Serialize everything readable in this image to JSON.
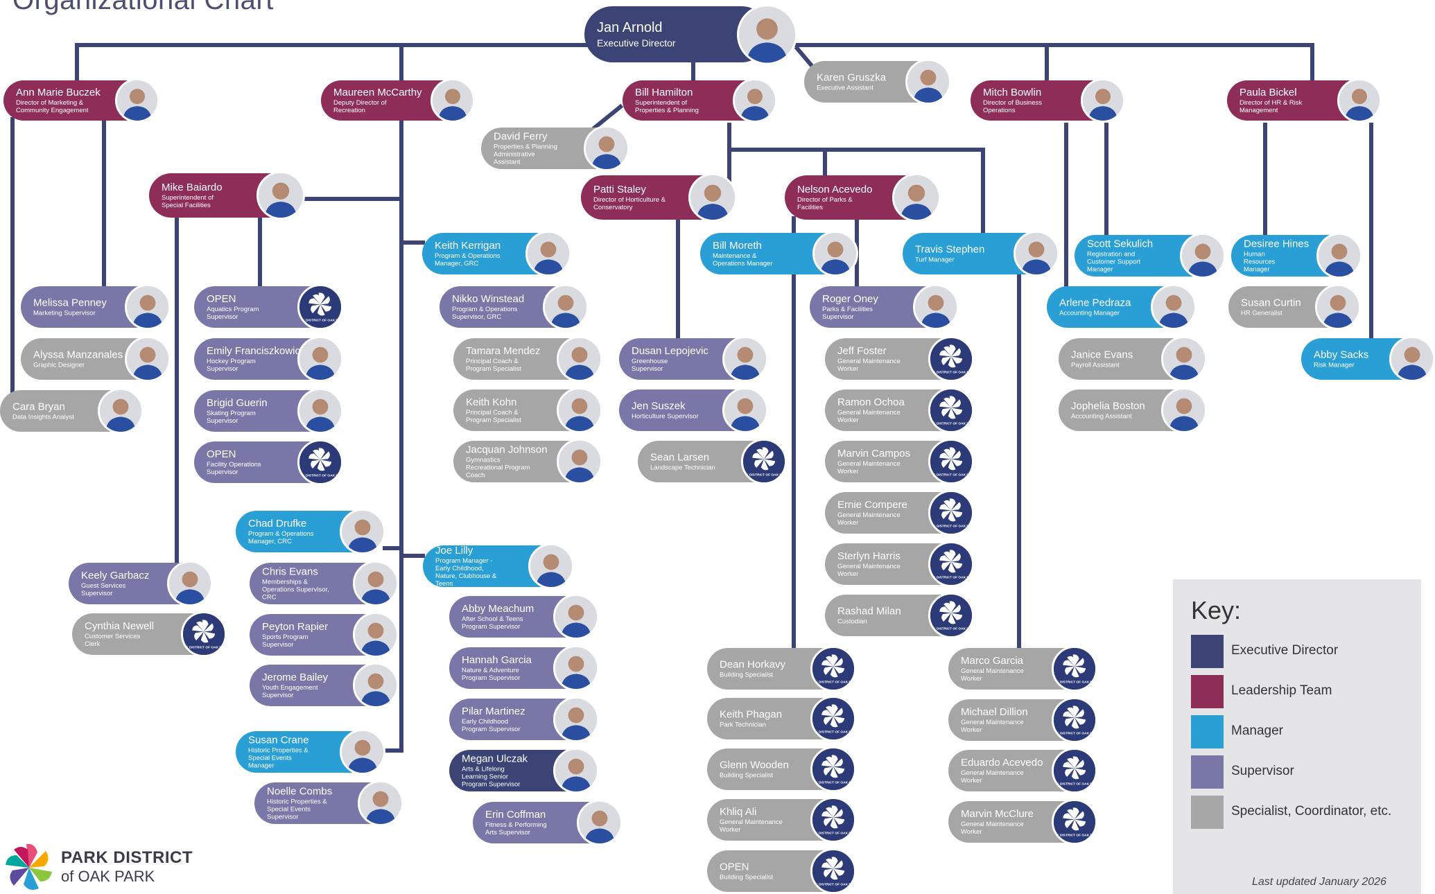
{
  "title": "Organizational Chart",
  "colors": {
    "executive": "#3b4475",
    "leadership": "#8e2d58",
    "manager": "#2a9fd6",
    "supervisor": "#7877a8",
    "specialist": "#a6a6a6",
    "connector": "#3b4475"
  },
  "people": [
    {
      "name": "Jan Arnold",
      "role": "Executive Director",
      "level": "executive",
      "photo": true
    },
    {
      "name": "Ann Marie Buczek",
      "role": "Director of Marketing & Community Engagement",
      "level": "leadership",
      "photo": true
    },
    {
      "name": "Maureen McCarthy",
      "role": "Deputy Director of Recreation",
      "level": "leadership",
      "photo": true
    },
    {
      "name": "Bill Hamilton",
      "role": "Superintendent of Properties & Planning",
      "level": "leadership",
      "photo": true
    },
    {
      "name": "Karen Gruszka",
      "role": "Executive Assistant",
      "level": "specialist",
      "photo": true
    },
    {
      "name": "Mitch Bowlin",
      "role": "Director of Business Operations",
      "level": "leadership",
      "photo": true
    },
    {
      "name": "Paula Bickel",
      "role": "Director of HR & Risk Management",
      "level": "leadership",
      "photo": true
    },
    {
      "name": "David Ferry",
      "role": "Properties & Planning Administrative Assistant",
      "level": "specialist",
      "photo": true
    },
    {
      "name": "Mike Baiardo",
      "role": "Superintendent of Special Facilities",
      "level": "leadership",
      "photo": true
    },
    {
      "name": "Patti Staley",
      "role": "Director of Horticulture & Conservatory",
      "level": "leadership",
      "photo": true
    },
    {
      "name": "Nelson Acevedo",
      "role": "Director of Parks & Facilities",
      "level": "leadership",
      "photo": true
    },
    {
      "name": "Keith Kerrigan",
      "role": "Program & Operations Manager, GRC",
      "level": "manager",
      "photo": true
    },
    {
      "name": "Bill Moreth",
      "role": "Maintenance & Operations Manager",
      "level": "manager",
      "photo": true
    },
    {
      "name": "Travis Stephen",
      "role": "Turf Manager",
      "level": "manager",
      "photo": true
    },
    {
      "name": "Scott Sekulich",
      "role": "Registration and Customer Support Manager",
      "level": "manager",
      "photo": true
    },
    {
      "name": "Desiree Hines",
      "role": "Human Resources Manager",
      "level": "manager",
      "photo": true
    },
    {
      "name": "Melissa Penney",
      "role": "Marketing Supervisor",
      "level": "supervisor",
      "photo": true
    },
    {
      "name": "OPEN",
      "role": "Aquatics Program Supervisor",
      "level": "supervisor",
      "photo": false
    },
    {
      "name": "Nikko Winstead",
      "role": "Program & Operations Supervisor, GRC",
      "level": "supervisor",
      "photo": true
    },
    {
      "name": "Roger Oney",
      "role": "Parks & Facilities Supervisor",
      "level": "supervisor",
      "photo": true
    },
    {
      "name": "Arlene Pedraza",
      "role": "Accounting Manager",
      "level": "manager",
      "photo": true
    },
    {
      "name": "Susan Curtin",
      "role": "HR Generalist",
      "level": "specialist",
      "photo": true
    },
    {
      "name": "Alyssa Manzanales",
      "role": "Graphic Designer",
      "level": "specialist",
      "photo": true
    },
    {
      "name": "Emily Franciszkowicz",
      "role": "Hockey Program Supervisor",
      "level": "supervisor",
      "photo": true
    },
    {
      "name": "Tamara Mendez",
      "role": "Principal Coach & Program Specialist",
      "level": "specialist",
      "photo": true
    },
    {
      "name": "Dusan Lepojevic",
      "role": "Greenhouse Supervisor",
      "level": "supervisor",
      "photo": true
    },
    {
      "name": "Jeff Foster",
      "role": "General Maintenance Worker",
      "level": "specialist",
      "photo": false
    },
    {
      "name": "Janice Evans",
      "role": "Payroll Assistant",
      "level": "specialist",
      "photo": true
    },
    {
      "name": "Abby Sacks",
      "role": "Risk Manager",
      "level": "manager",
      "photo": true
    },
    {
      "name": "Cara Bryan",
      "role": "Data Insights Analyst",
      "level": "specialist",
      "photo": true
    },
    {
      "name": "Brigid Guerin",
      "role": "Skating Program Supervisor",
      "level": "supervisor",
      "photo": true
    },
    {
      "name": "Keith Kohn",
      "role": "Principal Coach & Program Specialist",
      "level": "specialist",
      "photo": true
    },
    {
      "name": "Jen Suszek",
      "role": "Horticulture Supervisor",
      "level": "supervisor",
      "photo": true
    },
    {
      "name": "Ramon Ochoa",
      "role": "General Maintenance Worker",
      "level": "specialist",
      "photo": false
    },
    {
      "name": "Jophelia Boston",
      "role": "Accounting Assistant",
      "level": "specialist",
      "photo": true
    },
    {
      "name": "OPEN",
      "role": "Facility Operations Supervisor",
      "level": "supervisor",
      "photo": false
    },
    {
      "name": "Jacquan Johnson",
      "role": "Gymnastics Recreational Program Coach",
      "level": "specialist",
      "photo": true
    },
    {
      "name": "Sean Larsen",
      "role": "Landscape Technician",
      "level": "specialist",
      "photo": false
    },
    {
      "name": "Marvin Campos",
      "role": "General Maintenance Worker",
      "level": "specialist",
      "photo": false
    },
    {
      "name": "Ernie Compere",
      "role": "General Maintenance Worker",
      "level": "specialist",
      "photo": false
    },
    {
      "name": "Chad Drufke",
      "role": "Program & Operations Manager, CRC",
      "level": "manager",
      "photo": true
    },
    {
      "name": "Joe Lilly",
      "role": "Program Manager - Early Childhood, Nature, Clubhouse & Teens",
      "level": "manager",
      "photo": true
    },
    {
      "name": "Sterlyn Harris",
      "role": "General Maintenance Worker",
      "level": "specialist",
      "photo": false
    },
    {
      "name": "Keely Garbacz",
      "role": "Guest Services Supervisor",
      "level": "supervisor",
      "photo": true
    },
    {
      "name": "Chris Evans",
      "role": "Memberships & Operations Supervisor, CRC",
      "level": "supervisor",
      "photo": true
    },
    {
      "name": "Abby Meachum",
      "role": "After School & Teens Program Supervisor",
      "level": "supervisor",
      "photo": true
    },
    {
      "name": "Rashad Milan",
      "role": "Custodian",
      "level": "specialist",
      "photo": false
    },
    {
      "name": "Cynthia Newell",
      "role": "Customer Services Clerk",
      "level": "specialist",
      "photo": false
    },
    {
      "name": "Peyton Rapier",
      "role": "Sports Program Supervisor",
      "level": "supervisor",
      "photo": true
    },
    {
      "name": "Hannah Garcia",
      "role": "Nature & Adventure Program Supervisor",
      "level": "supervisor",
      "photo": true
    },
    {
      "name": "Dean Horkavy",
      "role": "Building Specialist",
      "level": "specialist",
      "photo": false
    },
    {
      "name": "Marco Garcia",
      "role": "General Maintenance Worker",
      "level": "specialist",
      "photo": false
    },
    {
      "name": "Jerome Bailey",
      "role": "Youth Engagement Supervisor",
      "level": "supervisor",
      "photo": true
    },
    {
      "name": "Pilar Martinez",
      "role": "Early Childhood Program Supervisor",
      "level": "supervisor",
      "photo": true
    },
    {
      "name": "Keith Phagan",
      "role": "Park Technician",
      "level": "specialist",
      "photo": false
    },
    {
      "name": "Michael Dillion",
      "role": "General Maintenance Worker",
      "level": "specialist",
      "photo": false
    },
    {
      "name": "Susan Crane",
      "role": "Historic Properties & Special Events Manager",
      "level": "manager",
      "photo": true
    },
    {
      "name": "Megan Ulczak",
      "role": "Arts & Lifelong Learning Senior Program Supervisor",
      "level": "executive",
      "photo": true
    },
    {
      "name": "Glenn Wooden",
      "role": "Building Specialist",
      "level": "specialist",
      "photo": false
    },
    {
      "name": "Eduardo Acevedo",
      "role": "General Maintenance Worker",
      "level": "specialist",
      "photo": false
    },
    {
      "name": "Noelle Combs",
      "role": "Historic Properties & Special Events Supervisor",
      "level": "supervisor",
      "photo": true
    },
    {
      "name": "Khliq Ali",
      "role": "General Maintenance Worker",
      "level": "specialist",
      "photo": false
    },
    {
      "name": "Erin Coffman",
      "role": "Fitness & Performing Arts Supervisor",
      "level": "supervisor",
      "photo": true
    },
    {
      "name": "Marvin McClure",
      "role": "General Maintenance Worker",
      "level": "specialist",
      "photo": false
    },
    {
      "name": "OPEN",
      "role": "Building Specialist",
      "level": "specialist",
      "photo": false
    }
  ],
  "key": {
    "title": "Key:",
    "items": [
      {
        "label": "Executive Director",
        "color": "#3b4475"
      },
      {
        "label": "Leadership Team",
        "color": "#8e2d58"
      },
      {
        "label": "Manager",
        "color": "#2a9fd6"
      },
      {
        "label": "Supervisor",
        "color": "#7877a8"
      },
      {
        "label": "Specialist, Coordinator, etc.",
        "color": "#a6a6a6"
      }
    ],
    "updated": "Last updated January 2026"
  },
  "logo_text": "PARK DISTRICT OF OAK PARK",
  "brand": {
    "name": "PARK DISTRICT",
    "sub": "of OAK PARK"
  }
}
